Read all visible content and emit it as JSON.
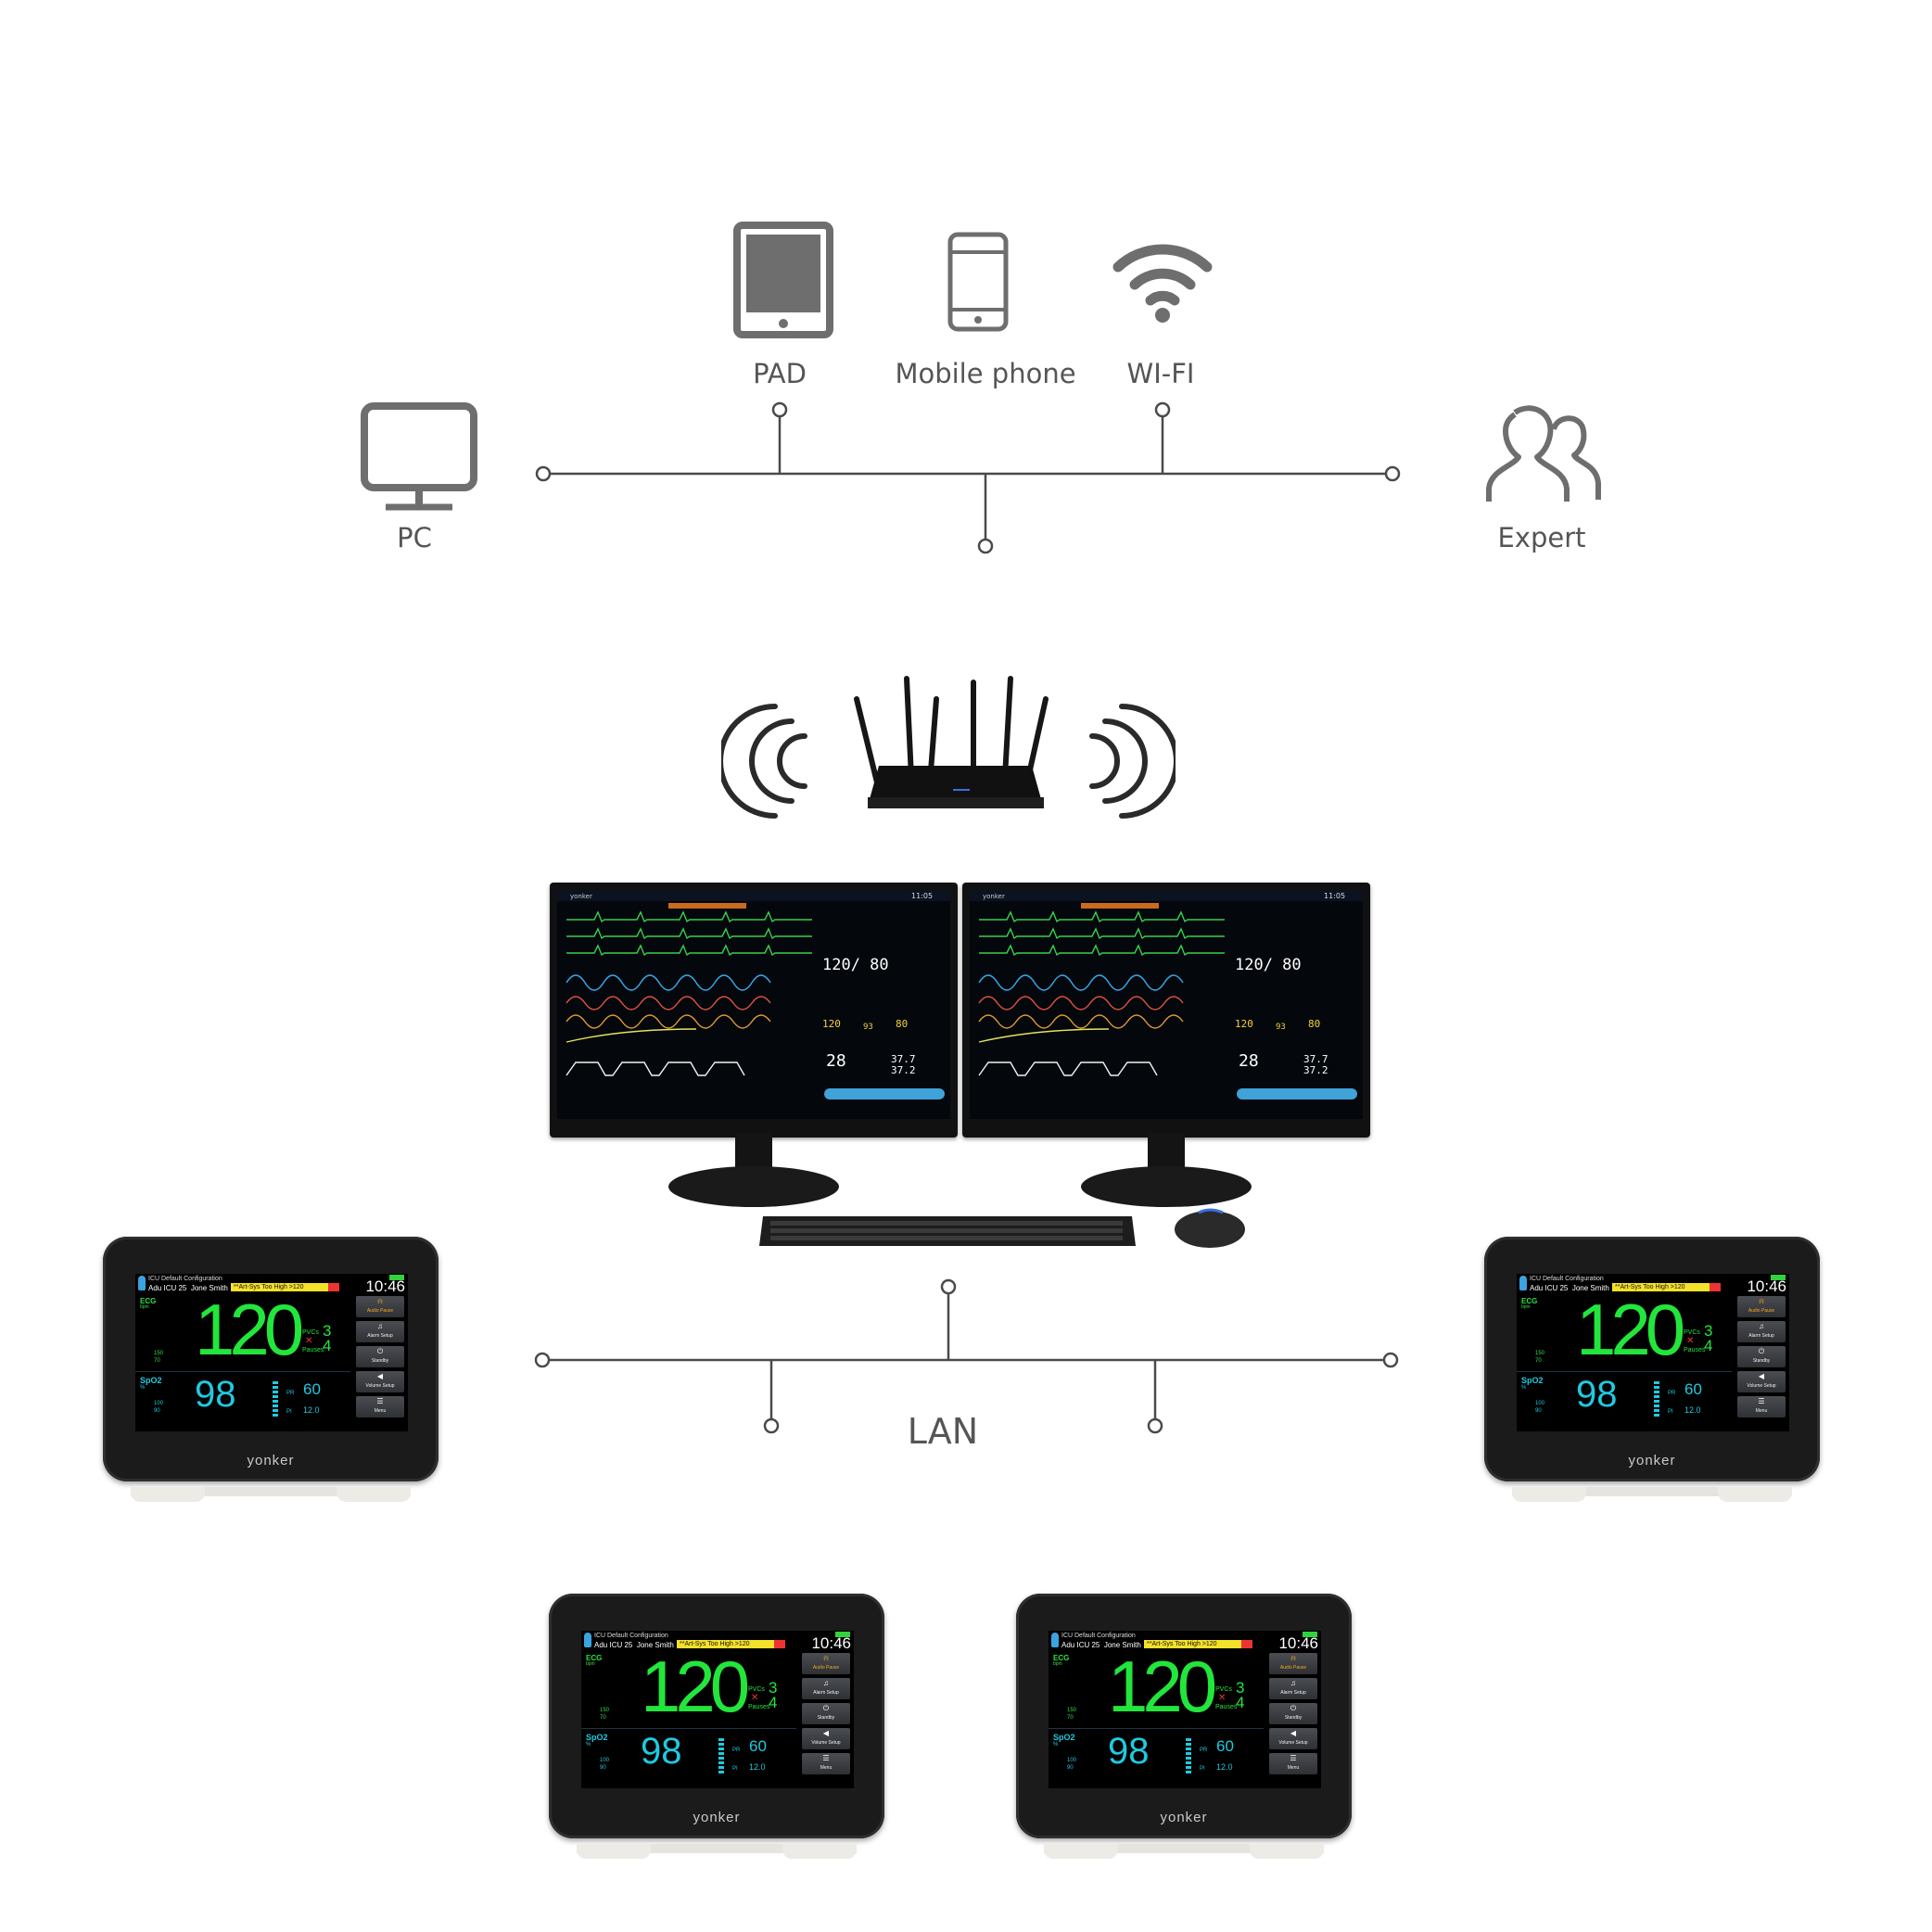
{
  "network_top": {
    "nodes": [
      {
        "label": "PAD",
        "icon": "tablet-icon"
      },
      {
        "label": "Mobile phone",
        "icon": "mobile-phone-icon"
      },
      {
        "label": "WI-FI",
        "icon": "wifi-icon"
      },
      {
        "label": "PC",
        "icon": "desktop-monitor-icon"
      },
      {
        "label": "Expert",
        "icon": "users-icon"
      }
    ]
  },
  "lan": {
    "label": "LAN"
  },
  "patient_monitor": {
    "config": "ICU Default Configuration",
    "category": "Adu",
    "bed": "ICU 25",
    "patient": "Jone Smith",
    "alarm": "**Art-Sys Too High >120",
    "time": "10:46",
    "ecg_label": "ECG",
    "ecg_unit": "bpm",
    "hr": "120",
    "hr_limits": [
      "150",
      "70"
    ],
    "pvcs_label": "PVCs",
    "pauses_label": "Pauses",
    "pvcs": "3",
    "pauses": "4",
    "spo2_label": "SpO2",
    "spo2_unit": "%",
    "spo2": "98",
    "spo2_limits": [
      "100",
      "90"
    ],
    "pr_label": "PR",
    "pr": "60",
    "pi_label": "PI",
    "pi": "12.0",
    "menu": [
      "Audio Pause",
      "Alarm Setup",
      "Standby",
      "Volume Setup",
      "Menu"
    ],
    "brand": "yonker"
  },
  "central_station": {
    "brand": "yonker",
    "time": "11:05",
    "bp": "120/ 80",
    "values": [
      "120",
      "93",
      "80"
    ],
    "co2": "28",
    "temp": [
      "37.7",
      "37.2"
    ]
  },
  "colors": {
    "line": "#4a4a4a",
    "label": "#555555",
    "icon": "#6e6e6e",
    "hr": "#22e63b",
    "spo2": "#1ecbe1",
    "alarm": "#f4e12a"
  }
}
